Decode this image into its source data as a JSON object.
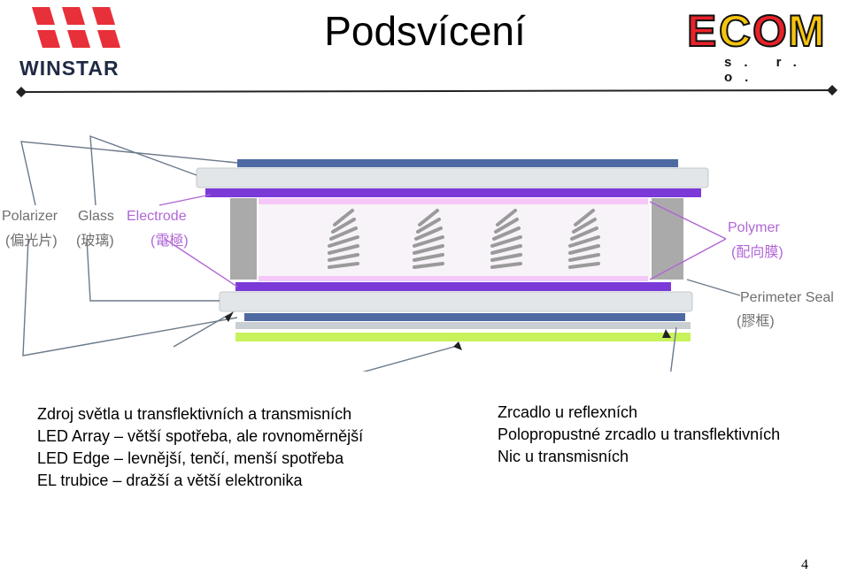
{
  "slide": {
    "title": "Podsvícení",
    "page_number": "4"
  },
  "logos": {
    "winstar": {
      "text": "WINSTAR",
      "color": "#e8303a"
    },
    "ecom": {
      "letters": [
        "E",
        "C",
        "O",
        "M"
      ],
      "sub": "s. r. o.",
      "colors": [
        "#e8222a",
        "#f6c40f"
      ]
    }
  },
  "diagram": {
    "labels": {
      "polarizer": {
        "name": "Polarizer",
        "cjk": "(偏光片)"
      },
      "glass": {
        "name": "Glass",
        "cjk": "(玻璃)"
      },
      "electrode": {
        "name": "Electrode",
        "cjk": "(電極)"
      },
      "polymer": {
        "name": "Polymer",
        "cjk": "(配向膜)"
      },
      "perimeter_seal": {
        "name": "Perimeter Seal",
        "cjk": "(膠框)"
      }
    },
    "colors": {
      "polarizer": "#4f6aa3",
      "electrode": "#7b3ad8",
      "glass": "#e3e6e8",
      "polymer": "#f6c8f8",
      "seal": "#8e8e8e",
      "backlight": "#c8f25c",
      "reflector": "#c9ced3"
    }
  },
  "text_left": {
    "lines": [
      "Zdroj světla u transflektivních a transmisních",
      "LED Array – větší spotřeba, ale rovnoměrnější",
      "LED Edge – levnější, tenčí, menší spotřeba",
      "EL trubice – dražší a větší elektronika"
    ]
  },
  "text_right": {
    "lines": [
      "Zrcadlo u reflexních",
      "Polopropustné zrcadlo u transflektivních",
      "Nic u transmisních"
    ]
  }
}
